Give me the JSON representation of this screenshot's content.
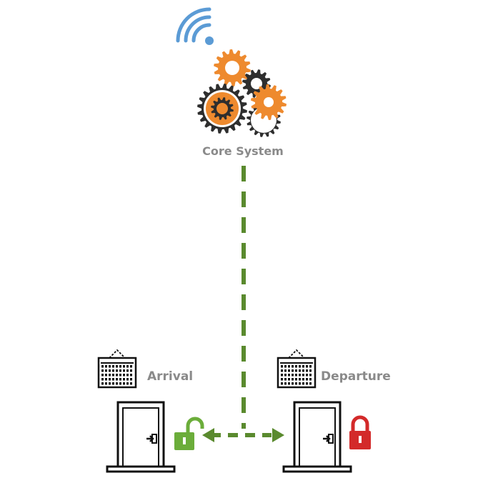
{
  "core": {
    "label": "Core System",
    "wifi_icon": "wifi-icon",
    "gears_icon": "gears-icon"
  },
  "arrival": {
    "label": "Arrival",
    "board_icon": "board-icon",
    "door_icon": "door-icon",
    "lock_icon": "unlocked-padlock-icon",
    "lock_state": "unlocked"
  },
  "departure": {
    "label": "Departure",
    "board_icon": "board-icon",
    "door_icon": "door-icon",
    "lock_icon": "locked-padlock-icon",
    "lock_state": "locked"
  },
  "colors": {
    "orange": "#EE8A2E",
    "dark": "#2E2E2E",
    "wifi": "#5B9BD5",
    "connector": "#5A8A2E",
    "unlocked": "#6BAD3A",
    "locked": "#D32A2A",
    "label": "#8A8A8A"
  }
}
